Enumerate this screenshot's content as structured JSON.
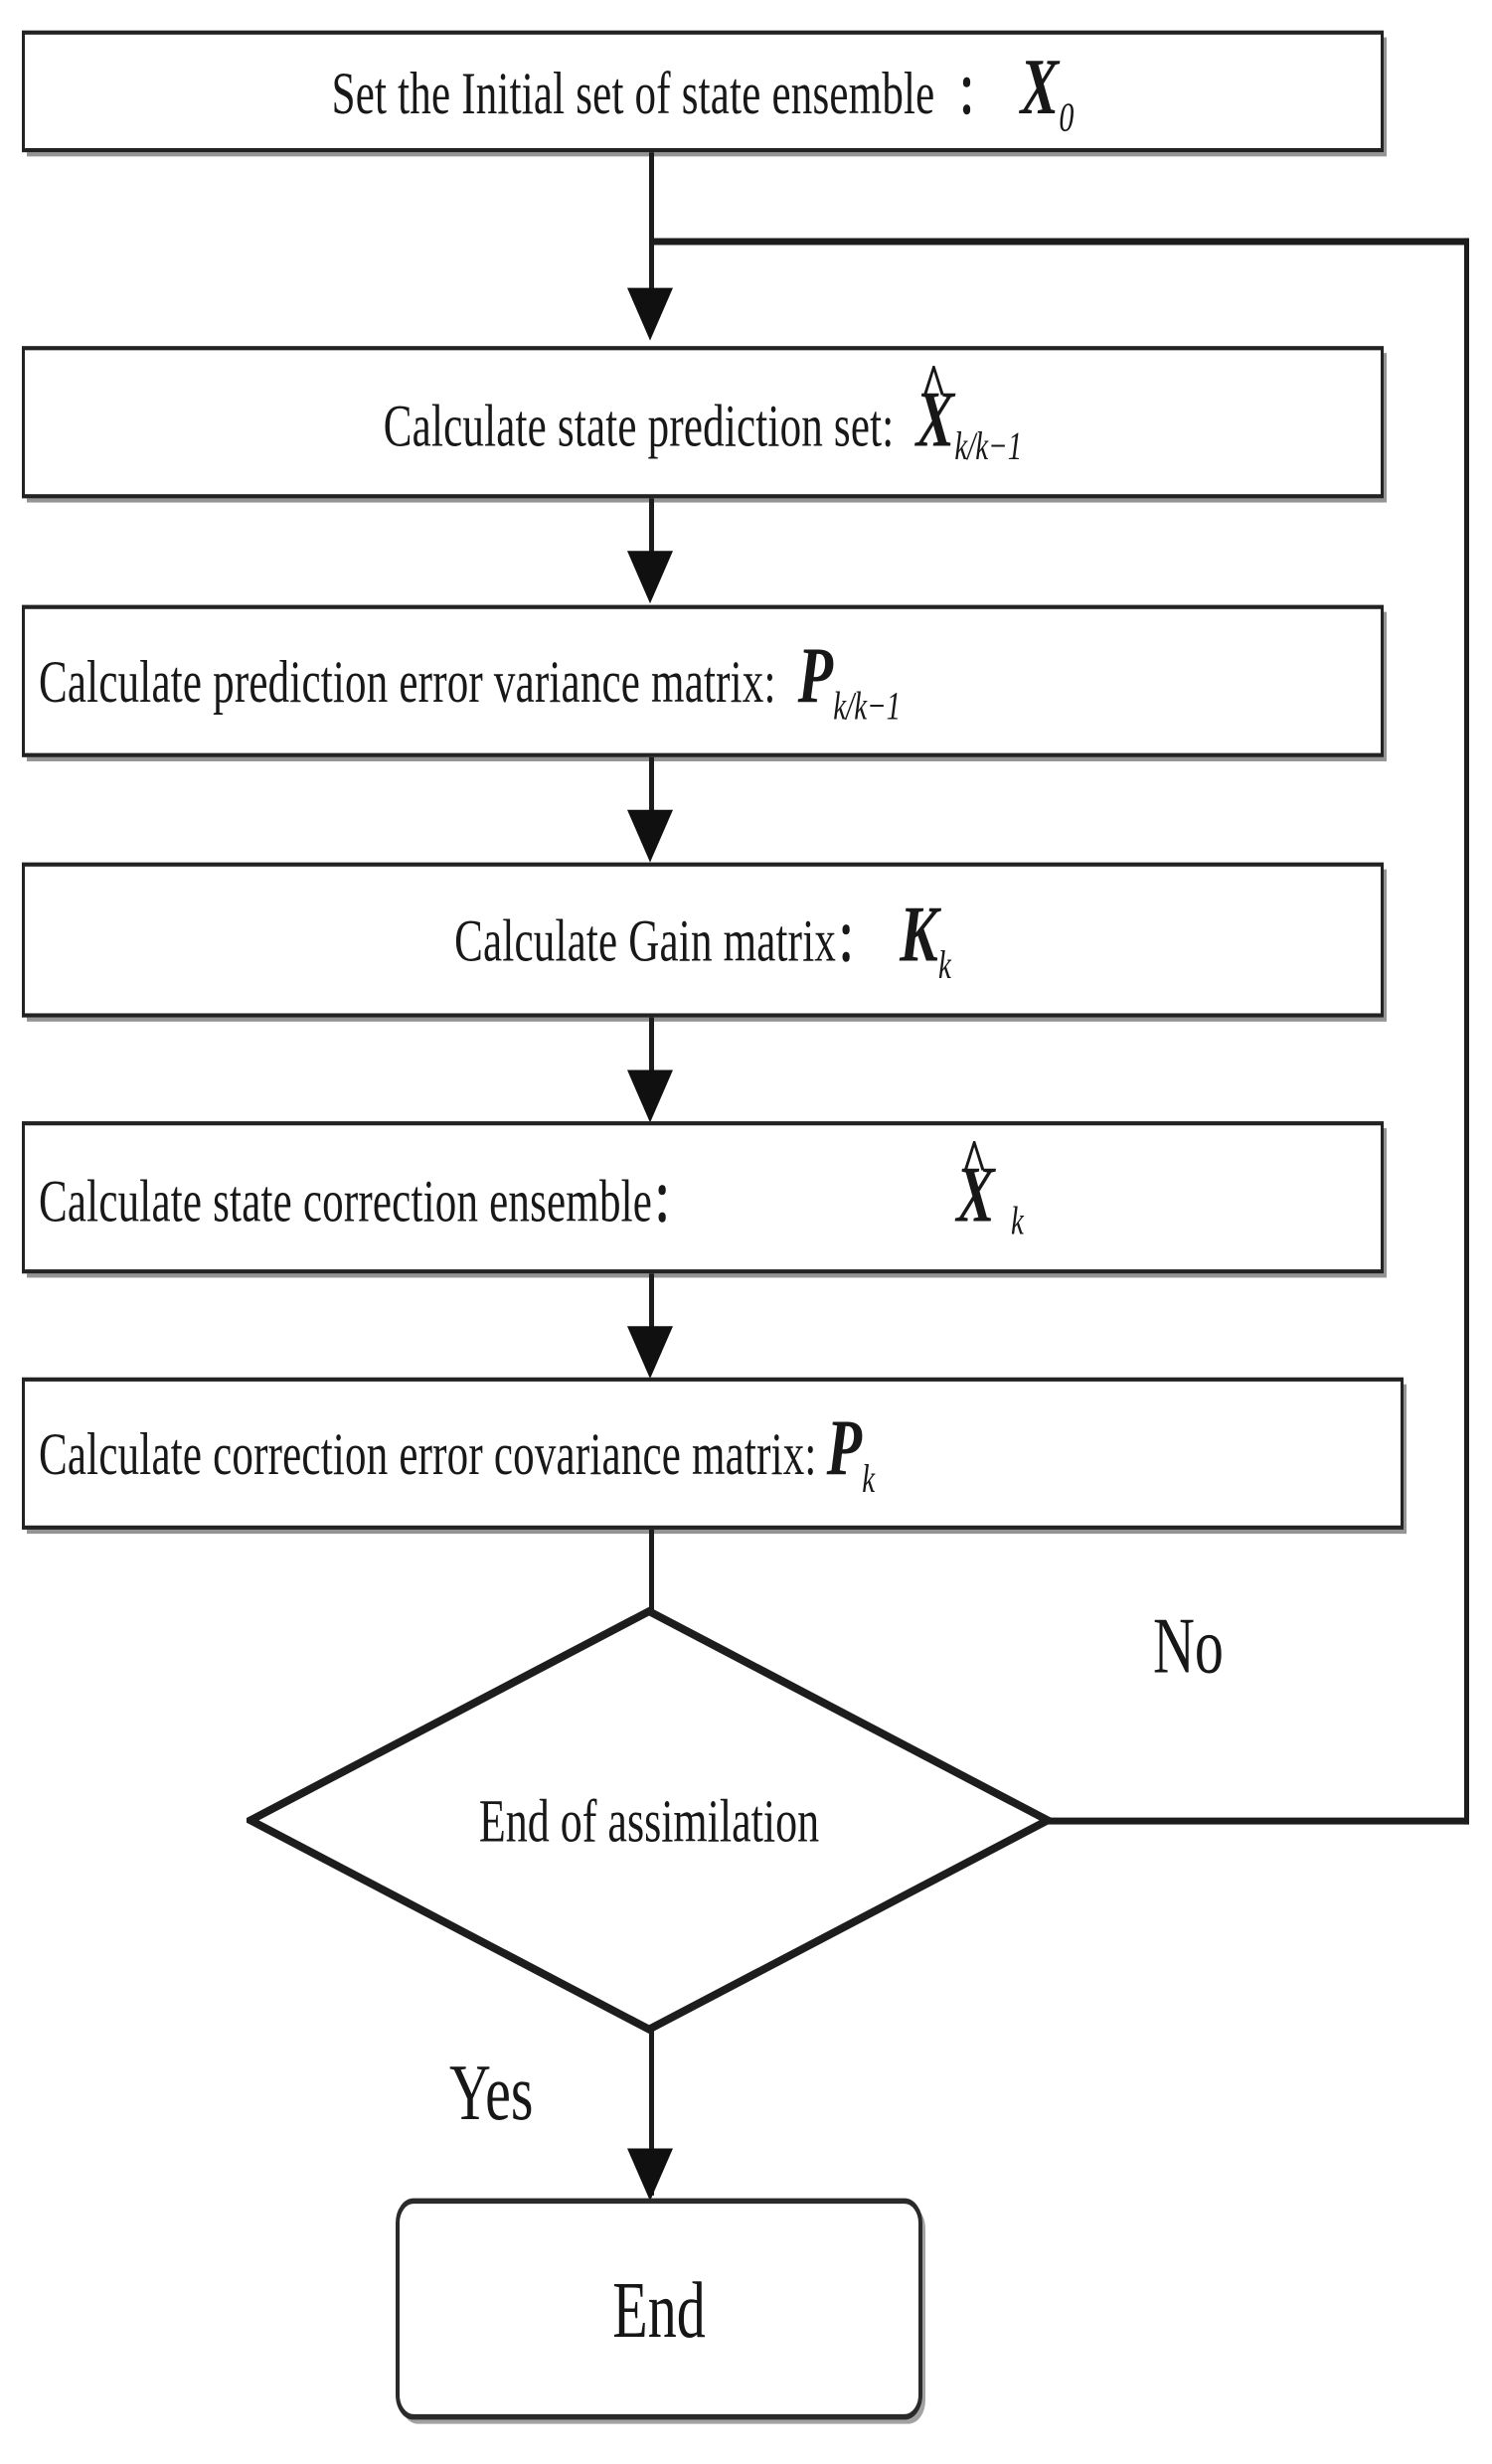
{
  "diagram": {
    "type": "flowchart",
    "title": "Ensemble Kalman Filter data assimilation flowchart",
    "nodes": [
      {
        "id": "init",
        "shape": "process",
        "label_text": "Set the Initial set of state ensemble",
        "separator": "：",
        "symbol": "X",
        "subscript": "0",
        "hat": false
      },
      {
        "id": "state-prediction",
        "shape": "process",
        "label_text": "Calculate state prediction set:",
        "separator": "",
        "symbol": "X",
        "subscript": "k/k−1",
        "hat": true
      },
      {
        "id": "prediction-error-variance",
        "shape": "process",
        "label_text": "Calculate prediction error variance matrix:",
        "separator": "",
        "symbol": "P",
        "subscript": "k/k−1",
        "hat": false
      },
      {
        "id": "gain-matrix",
        "shape": "process",
        "label_text": "Calculate Gain matrix",
        "separator": "：",
        "symbol": "K",
        "subscript": "k",
        "hat": false
      },
      {
        "id": "state-correction",
        "shape": "process",
        "label_text": "Calculate state correction ensemble",
        "separator": "：",
        "symbol": "X",
        "subscript": "k",
        "hat": true
      },
      {
        "id": "correction-error-covariance",
        "shape": "process",
        "label_text": "Calculate correction error covariance matrix:",
        "separator": "",
        "symbol": "P",
        "subscript": "k",
        "hat": false
      },
      {
        "id": "decision",
        "shape": "diamond",
        "label_text": "End of assimilation"
      },
      {
        "id": "end",
        "shape": "terminator",
        "label_text": "End"
      }
    ],
    "branch_labels": {
      "no": "No",
      "yes": "Yes"
    },
    "colors": {
      "stroke": "#1d1d1d",
      "box_border": "#222222",
      "text": "#181818",
      "background": "#ffffff"
    }
  }
}
